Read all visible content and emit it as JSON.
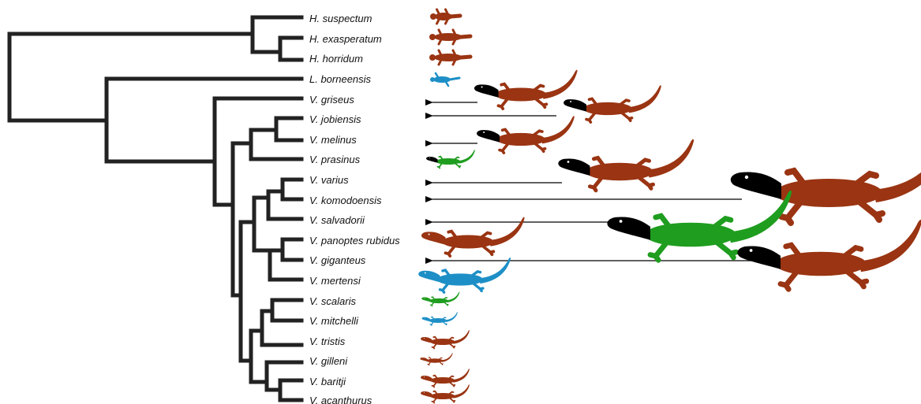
{
  "figure": {
    "taxa": [
      {
        "name": "H. suspectum",
        "color": "#9a3412"
      },
      {
        "name": "H. exasperatum",
        "color": "#9a3412"
      },
      {
        "name": "H. horridum",
        "color": "#9a3412"
      },
      {
        "name": "L. borneensis",
        "color": "#1d8fc6"
      },
      {
        "name": "V. griseus",
        "color": "#9a3412"
      },
      {
        "name": "V. jobiensis",
        "color": "#9a3412"
      },
      {
        "name": "V. melinus",
        "color": "#9a3412"
      },
      {
        "name": "V. prasinus",
        "color": "#1f9d1f"
      },
      {
        "name": "V. varius",
        "color": "#9a3412"
      },
      {
        "name": "V. komodoensis",
        "color": "#9a3412"
      },
      {
        "name": "V. salvadorii",
        "color": "#1f9d1f"
      },
      {
        "name": "V. panoptes rubidus",
        "color": "#9a3412"
      },
      {
        "name": "V. giganteus",
        "color": "#9a3412"
      },
      {
        "name": "V. mertensi",
        "color": "#1d8fc6"
      },
      {
        "name": "V. scalaris",
        "color": "#1f9d1f"
      },
      {
        "name": "V. mitchelli",
        "color": "#1d8fc6"
      },
      {
        "name": "V. tristis",
        "color": "#9a3412"
      },
      {
        "name": "V. gilleni",
        "color": "#9a3412"
      },
      {
        "name": "V. baritji",
        "color": "#9a3412"
      },
      {
        "name": "V. acanthurus",
        "color": "#9a3412"
      }
    ],
    "colors": {
      "tree": "#222222",
      "terrestrial": "#9a3412",
      "arboreal": "#1f9d1f",
      "aquatic": "#1d8fc6",
      "head_outline": "#000000",
      "arrow": "#000000"
    },
    "icons": [
      "lizard-silhouette-icon",
      "arrow-left-icon"
    ]
  }
}
